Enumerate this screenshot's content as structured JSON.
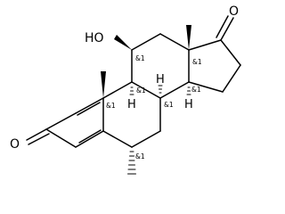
{
  "molecule": {
    "atoms": {
      "hydroxyl": "HO",
      "ketone_top": "O",
      "ketone_left": "O",
      "h8": "H",
      "h9": "H",
      "h14": "H"
    },
    "stereo_marker": "&1",
    "colors": {
      "bond": "#000000",
      "text": "#000000",
      "background": "#ffffff"
    }
  }
}
